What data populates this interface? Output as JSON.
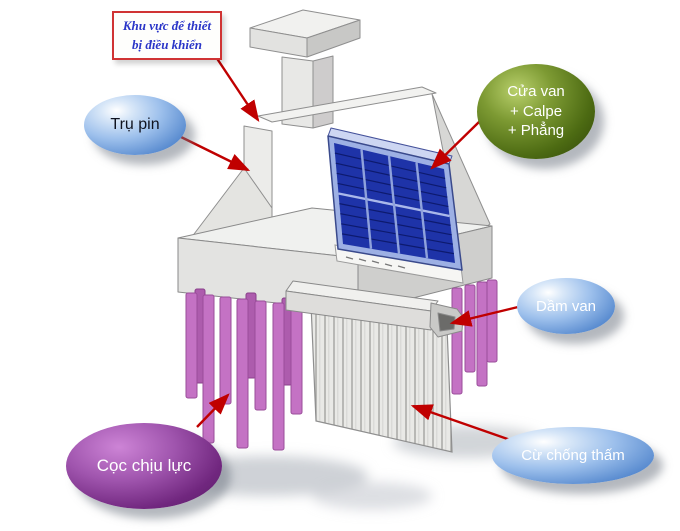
{
  "diagram": {
    "control_area_label": {
      "line1": "Khu vực để thiết",
      "line2": "bị điều khiển"
    },
    "labels": {
      "tru_pin": "Trụ pin",
      "cua_van_line1": "Cửa van",
      "cua_van_line2": "+ Calpe",
      "cua_van_line3": "+ Phẳng",
      "dam_van": "Dầm van",
      "cu_chong_tham": "Cừ chống thấm",
      "coc_chiu_luc": "Cọc chịu lực"
    },
    "colors": {
      "arrow_red": "#c00000",
      "gate_blue": "#1e33a8",
      "pile_purple": "#c472c4",
      "ellipse_blue": "#4a7fc9",
      "ellipse_green": "#45610f",
      "ellipse_purple": "#6b2478",
      "control_box_border": "#d03333",
      "control_box_text": "#2a35c8"
    }
  }
}
